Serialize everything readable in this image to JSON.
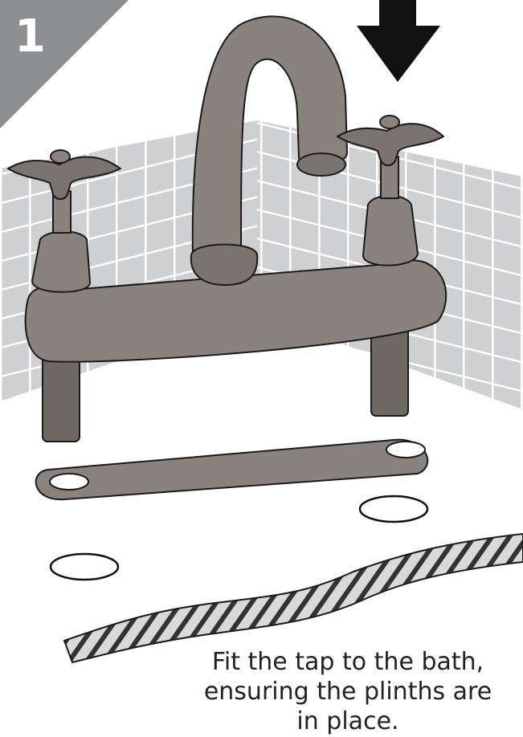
{
  "step": {
    "number": "1"
  },
  "caption": {
    "lines": [
      "Fit the tap to the bath,",
      "ensuring the plinths are",
      "in place."
    ]
  },
  "colors": {
    "tap": "#8a837d",
    "tap_dark": "#6f6964",
    "tile": "#cfd0d2",
    "grout": "#ffffff",
    "badge": "#8c8e91",
    "arrow": "#111111",
    "outline": "#1a1a1a"
  },
  "icons": {
    "arrow": "down-arrow-icon"
  }
}
